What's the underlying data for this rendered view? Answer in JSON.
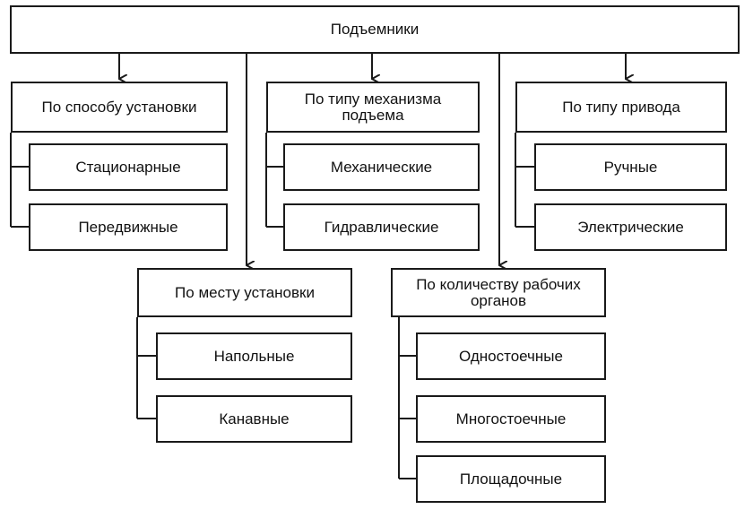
{
  "root": "Подъемники",
  "groups": [
    {
      "title": "По способу установки",
      "items": [
        "Стационарные",
        "Передвижные"
      ]
    },
    {
      "title": "По типу механизма\nподъема",
      "items": [
        "Механические",
        "Гидравлические"
      ]
    },
    {
      "title": "По типу привода",
      "items": [
        "Ручные",
        "Электрические"
      ]
    },
    {
      "title": "По месту установки",
      "items": [
        "Напольные",
        "Канавные"
      ]
    },
    {
      "title": "По количеству рабочих\nорганов",
      "items": [
        "Одностоечные",
        "Многостоечные",
        "Площадочные"
      ]
    }
  ],
  "colors": {
    "line": "#1a1a1a",
    "text": "#111111",
    "background": "#ffffff"
  }
}
